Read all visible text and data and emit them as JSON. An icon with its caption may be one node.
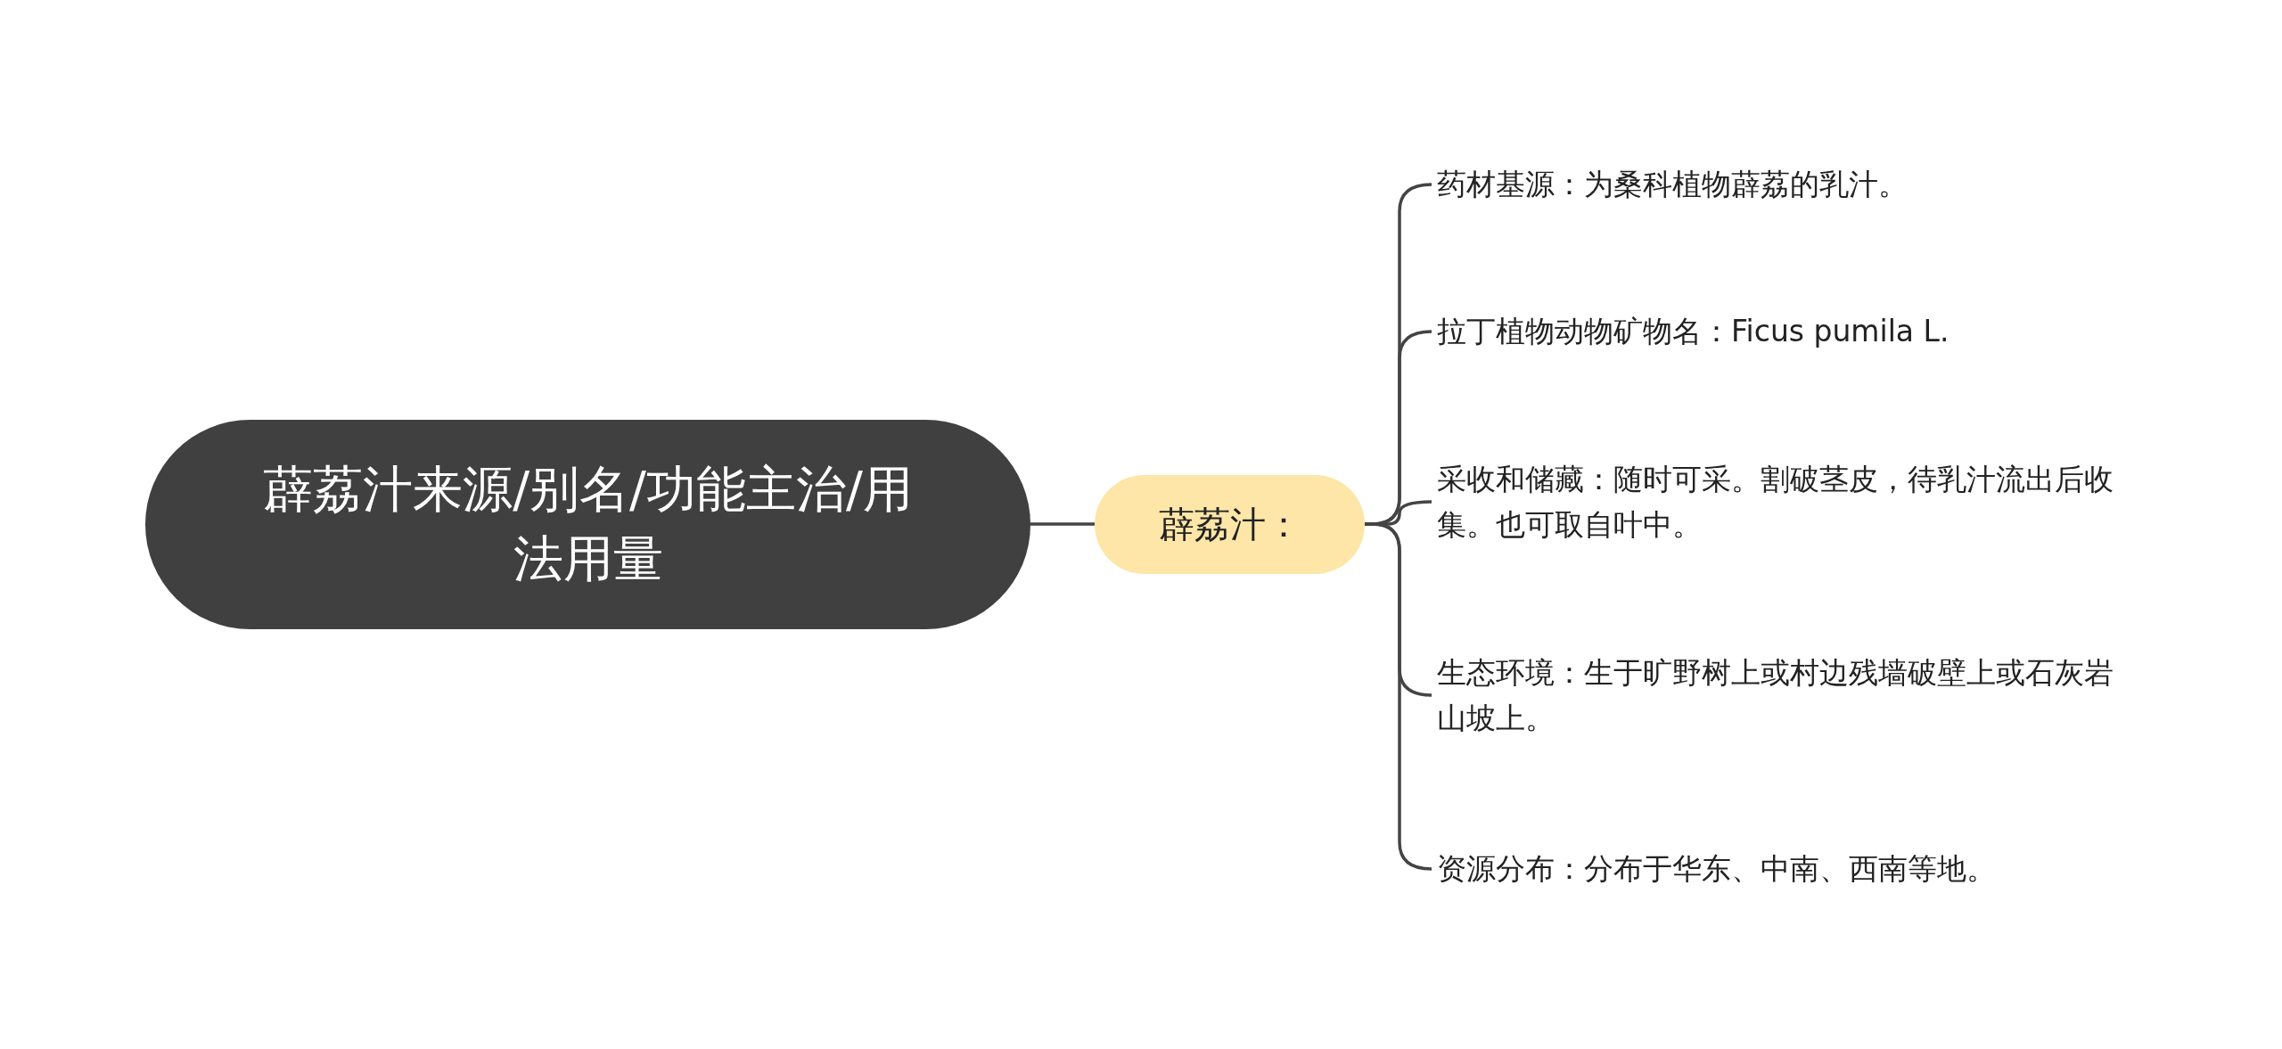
{
  "diagram": {
    "nodes": [
      {
        "text": [
          "薜荔汁来源/别名/功能主治/用法用量"
        ]
      },
      {
        "text": [
          "薜荔汁："
        ]
      },
      {
        "text": [
          "药材基源：为桑科植物薜荔的乳汁。"
        ]
      },
      {
        "text": [
          "拉丁植物动物矿物名：Ficus pumila L."
        ]
      },
      {
        "text": [
          "采收和储藏：随时可采。割破茎皮，待乳汁流出后收集。也可取自叶中。"
        ]
      },
      {
        "text": [
          "生态环境：生于旷野树上或村边残墙破壁上或石灰岩山坡上。"
        ]
      },
      {
        "text": [
          "资源分布：分布于华东、中南、西南等地。"
        ]
      }
    ],
    "edges": [
      {
        "from": 0,
        "to": 1,
        "arrow": "none"
      },
      {
        "from": 1,
        "to": 2,
        "arrow": "none"
      },
      {
        "from": 1,
        "to": 3,
        "arrow": "none"
      },
      {
        "from": 1,
        "to": 4,
        "arrow": "none"
      },
      {
        "from": 1,
        "to": 5,
        "arrow": "none"
      },
      {
        "from": 1,
        "to": 6,
        "arrow": "none"
      }
    ]
  }
}
